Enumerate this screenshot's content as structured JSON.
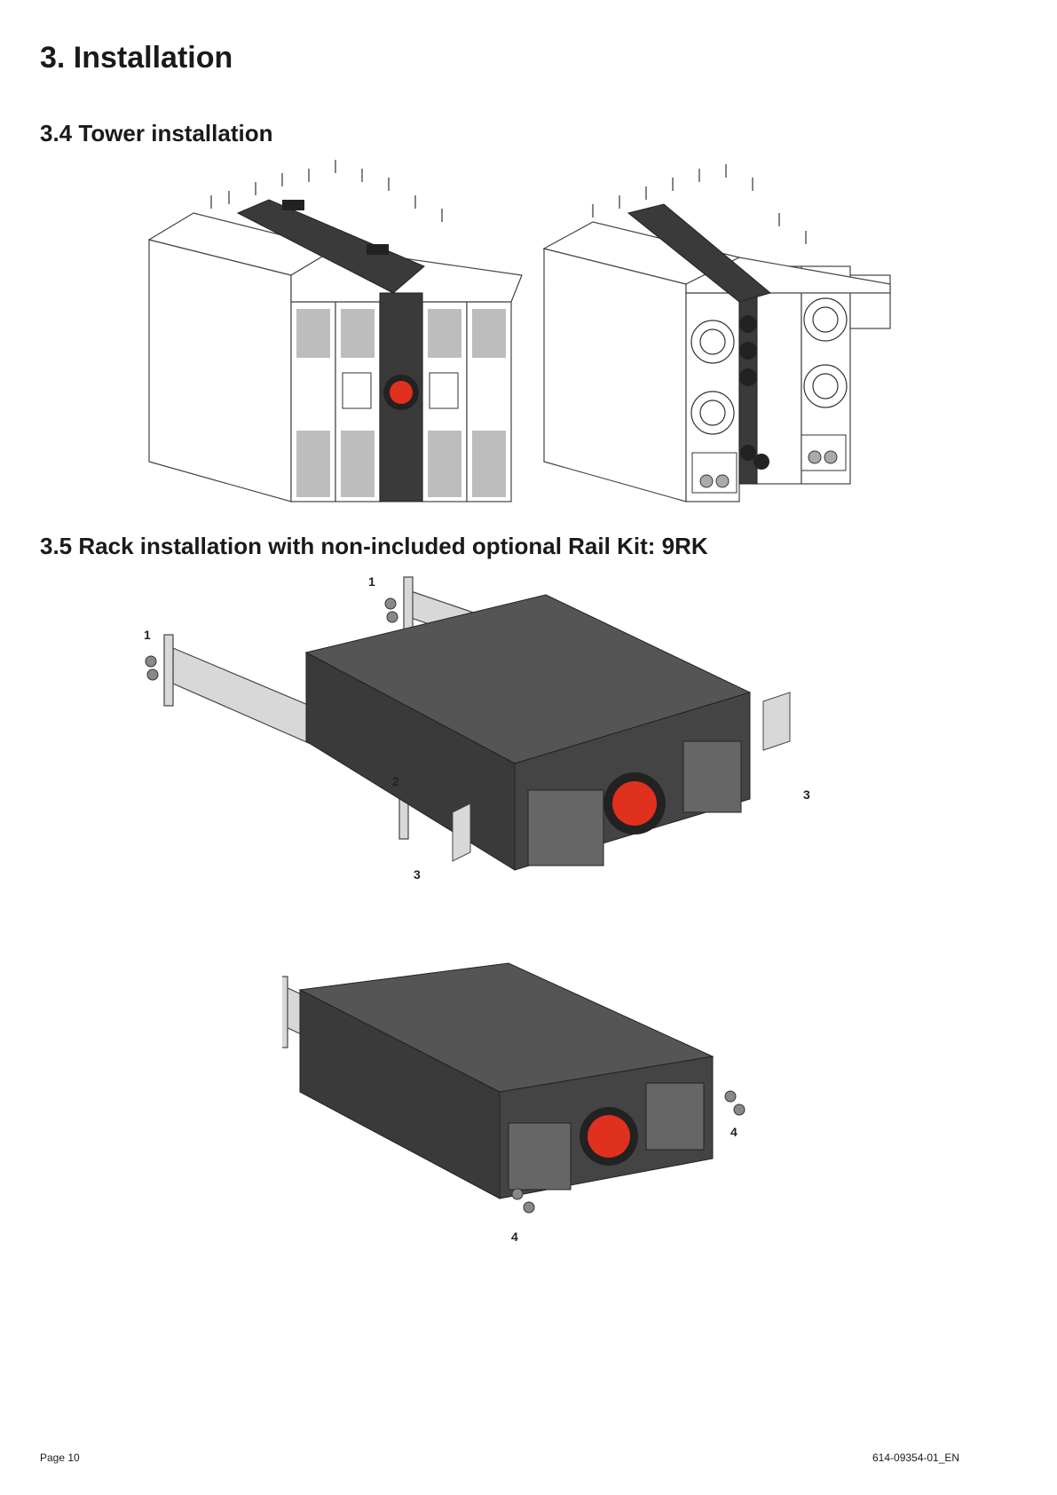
{
  "heading": "3. Installation",
  "sections": [
    {
      "title": "3.4 Tower installation"
    },
    {
      "title": "3.5 Rack installation with non-included optional Rail Kit: 9RK"
    }
  ],
  "rack_figure_1": {
    "callouts": [
      "1",
      "1",
      "2",
      "3",
      "3"
    ]
  },
  "rack_figure_2": {
    "callouts": [
      "4",
      "4"
    ]
  },
  "footer": {
    "page": "Page 10",
    "doc_id": "614-09354-01_EN"
  },
  "colors": {
    "ups_body": "#4a4a4a",
    "switch_red": "#e0301e",
    "line_art": "#333333"
  }
}
